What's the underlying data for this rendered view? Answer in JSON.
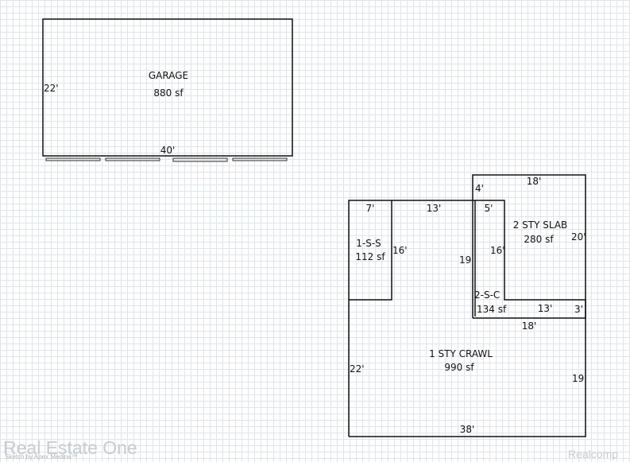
{
  "rooms": {
    "garage": {
      "name": "GARAGE",
      "area": "880 sf",
      "dim_left": "22'",
      "dim_bottom": "40'"
    },
    "one_s_s": {
      "name": "1-S-S",
      "area": "112 sf",
      "dim_top": "7'",
      "dim_right": "16'"
    },
    "main": {
      "name": "1 STY CRAWL",
      "area": "990 sf",
      "dim_top": "13'",
      "dim_inner": "19",
      "dim_left": "22'",
      "dim_right": "19",
      "dim_bottom": "38'",
      "dim_step": "18'"
    },
    "two_s_c": {
      "name": "2-S-C",
      "area": "134 sf",
      "dim_top": "5'",
      "dim_right": "16'"
    },
    "two_sty_slab": {
      "name": "2 STY SLAB",
      "area": "280 sf",
      "dim_top": "18'",
      "dim_left": "4'",
      "dim_right": "20'",
      "dim_bottom": "13'",
      "dim_corner": "3'"
    }
  },
  "watermarks": {
    "left": "Real Estate One",
    "credit": "Sketch by Apex Medina™",
    "right": "Realcomp"
  }
}
